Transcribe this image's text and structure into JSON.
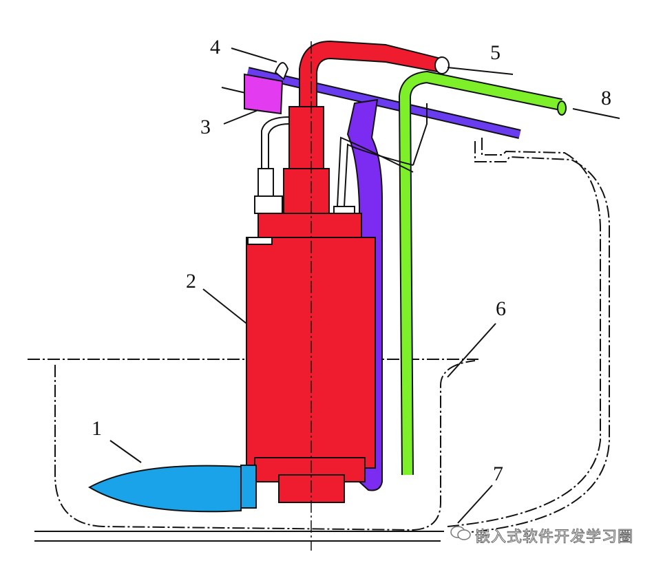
{
  "labels": {
    "l1": "1",
    "l2": "2",
    "l3": "3",
    "l4": "4",
    "l5": "5",
    "l6": "6",
    "l7": "7",
    "l8": "8"
  },
  "watermark": "嵌入式软件开发学习圈",
  "colors": {
    "pump": "#ee1c2e",
    "return_line": "#7b2cf0",
    "bracket": "#6a3cf0",
    "supply_line": "#7ef02a",
    "filter": "#1aa3e8",
    "clip": "#e33cf0"
  }
}
